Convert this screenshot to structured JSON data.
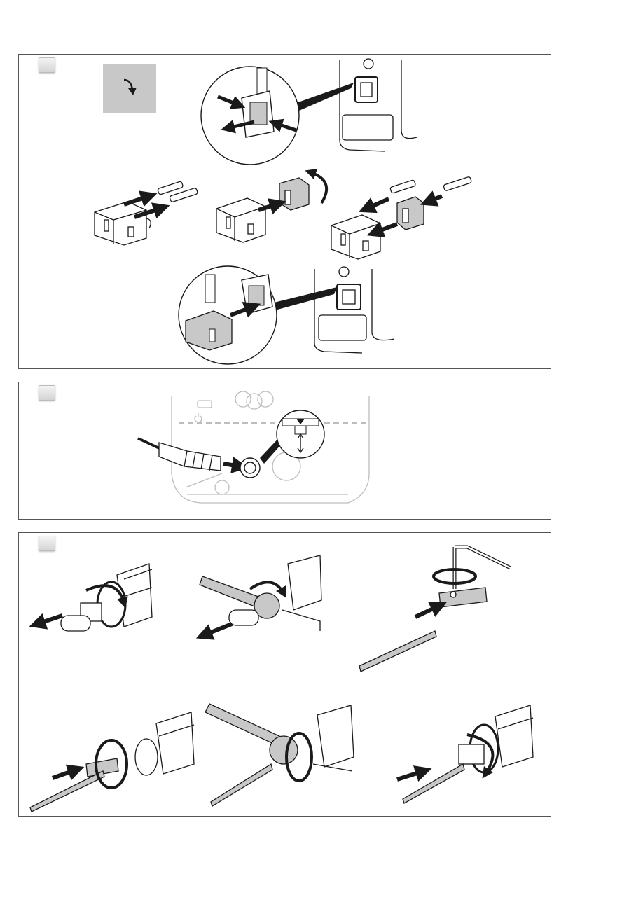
{
  "page": {
    "panels": [
      {
        "id": "fuse-replacement",
        "step_badge": ""
      },
      {
        "id": "handpiece-connection",
        "step_badge": ""
      },
      {
        "id": "tip-exchange",
        "step_badge": ""
      }
    ]
  },
  "icons": {
    "turn_off_icon": "curved-arrow-icon",
    "power_icon": "power-icon"
  },
  "colors": {
    "line": "#1a1a1a",
    "fill_gray": "#c8c8c8",
    "fill_dark": "#8a8a8a",
    "panel_border": "#555555",
    "faint": "#bdbdbd"
  }
}
